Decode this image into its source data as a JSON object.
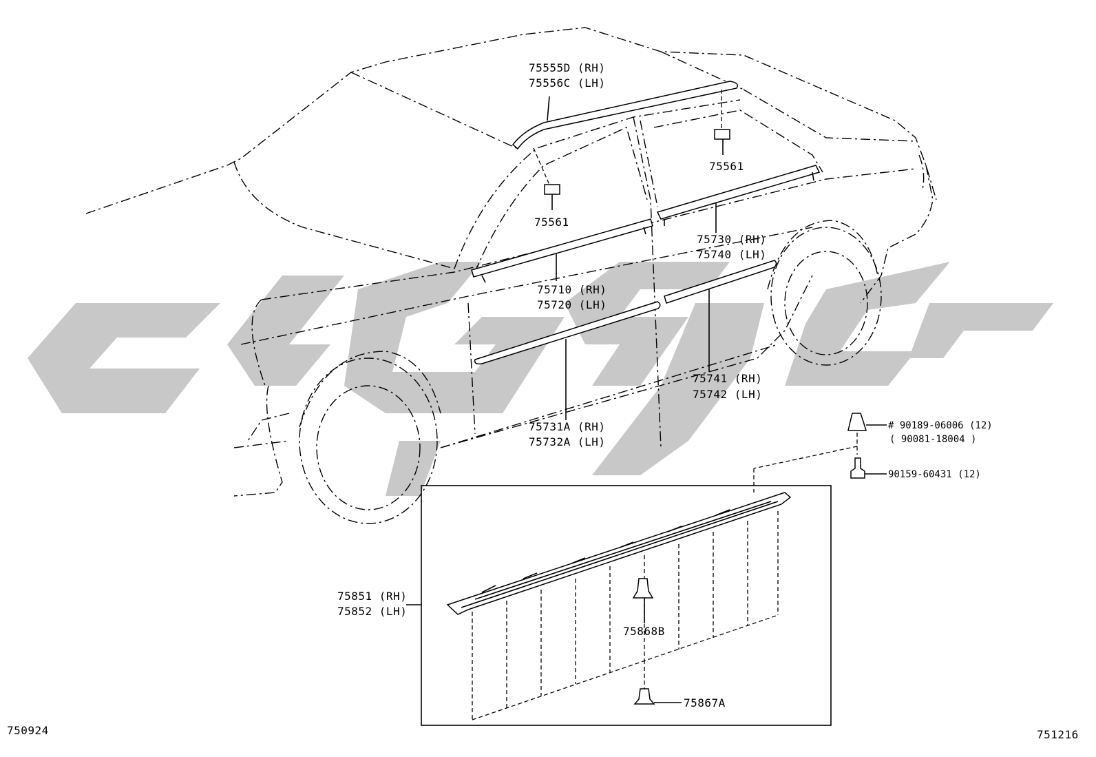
{
  "diagram": {
    "labels": {
      "belt_upper_rh": "75555D (RH)",
      "belt_upper_lh": "75556C (LH)",
      "clip_rear": "75561",
      "clip_front": "75561",
      "rear_belt_rh": "75730 (RH)",
      "rear_belt_lh": "75740 (LH)",
      "front_belt_rh": "75710 (RH)",
      "front_belt_lh": "75720 (LH)",
      "rear_side_rh": "75741 (RH)",
      "rear_side_lh": "75742 (LH)",
      "front_side_rh": "75731A (RH)",
      "front_side_lh": "75732A (LH)",
      "clip_a": "# 90189-06006 (12)",
      "clip_a_alt": "( 90081-18004 )",
      "screw": "90159-60431 (12)",
      "rocker_rh": "75851 (RH)",
      "rocker_lh": "75852 (LH)",
      "clip_b": "75868B",
      "clip_c": "75867A"
    },
    "codes": {
      "left": "750924",
      "right": "751216"
    }
  }
}
